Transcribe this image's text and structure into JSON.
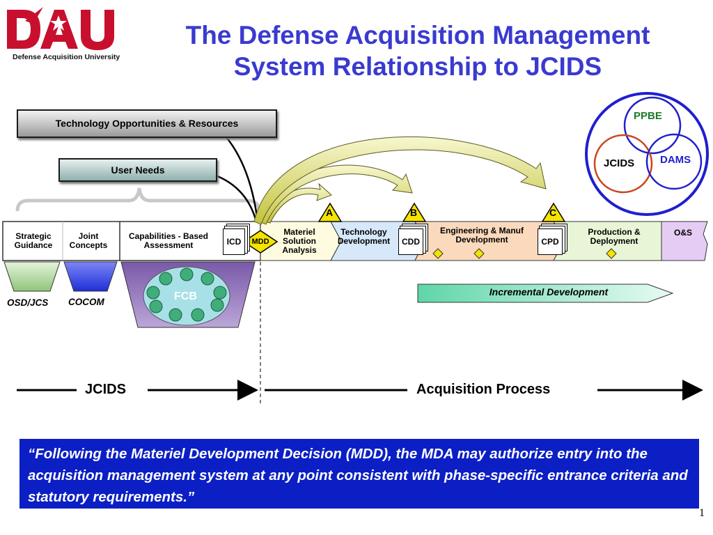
{
  "title": {
    "line1": "The Defense Acquisition Management",
    "line2": "System Relationship to JCIDS"
  },
  "logo": {
    "letters": "DAU",
    "subtitle": "Defense Acquisition University"
  },
  "boxes": {
    "tech_opps": "Technology Opportunities & Resources",
    "user_needs": "User Needs"
  },
  "venn": {
    "ppbe": "PPBE",
    "jcids": "JCIDS",
    "dams": "DAMS"
  },
  "milestones": {
    "a": "A",
    "b": "B",
    "c": "C"
  },
  "phases": {
    "strategic": "Strategic Guidance",
    "joint": "Joint Concepts",
    "cba": "Capabilities - Based Assessment",
    "icd": "ICD",
    "mdd": "MDD",
    "msa": "Materiel Solution Analysis",
    "td": "Technology Development",
    "cdd": "CDD",
    "emd": "Engineering & Manuf Development",
    "cpd": "CPD",
    "pd": "Production & Deployment",
    "os": "O&S"
  },
  "labels": {
    "osd": "OSD/JCS",
    "cocom": "COCOM",
    "fcb": "FCB",
    "incremental": "Incremental Development"
  },
  "bottom": {
    "jcids": "JCIDS",
    "acq": "Acquisition Process"
  },
  "quote": "“Following the Materiel Development Decision (MDD), the MDA may authorize entry into the acquisition management system at any point consistent with phase-specific entrance criteria and statutory requirements.”",
  "page_number": "1",
  "colors": {
    "title": "#3a3ad0",
    "quote_bg": "#0b1fc4",
    "msa_bg": "#fffbe0",
    "td_bg": "#d6e8fa",
    "emd_bg": "#fbd9bd",
    "pd_bg": "#e8f5d6",
    "os_bg": "#e5ccf5"
  }
}
